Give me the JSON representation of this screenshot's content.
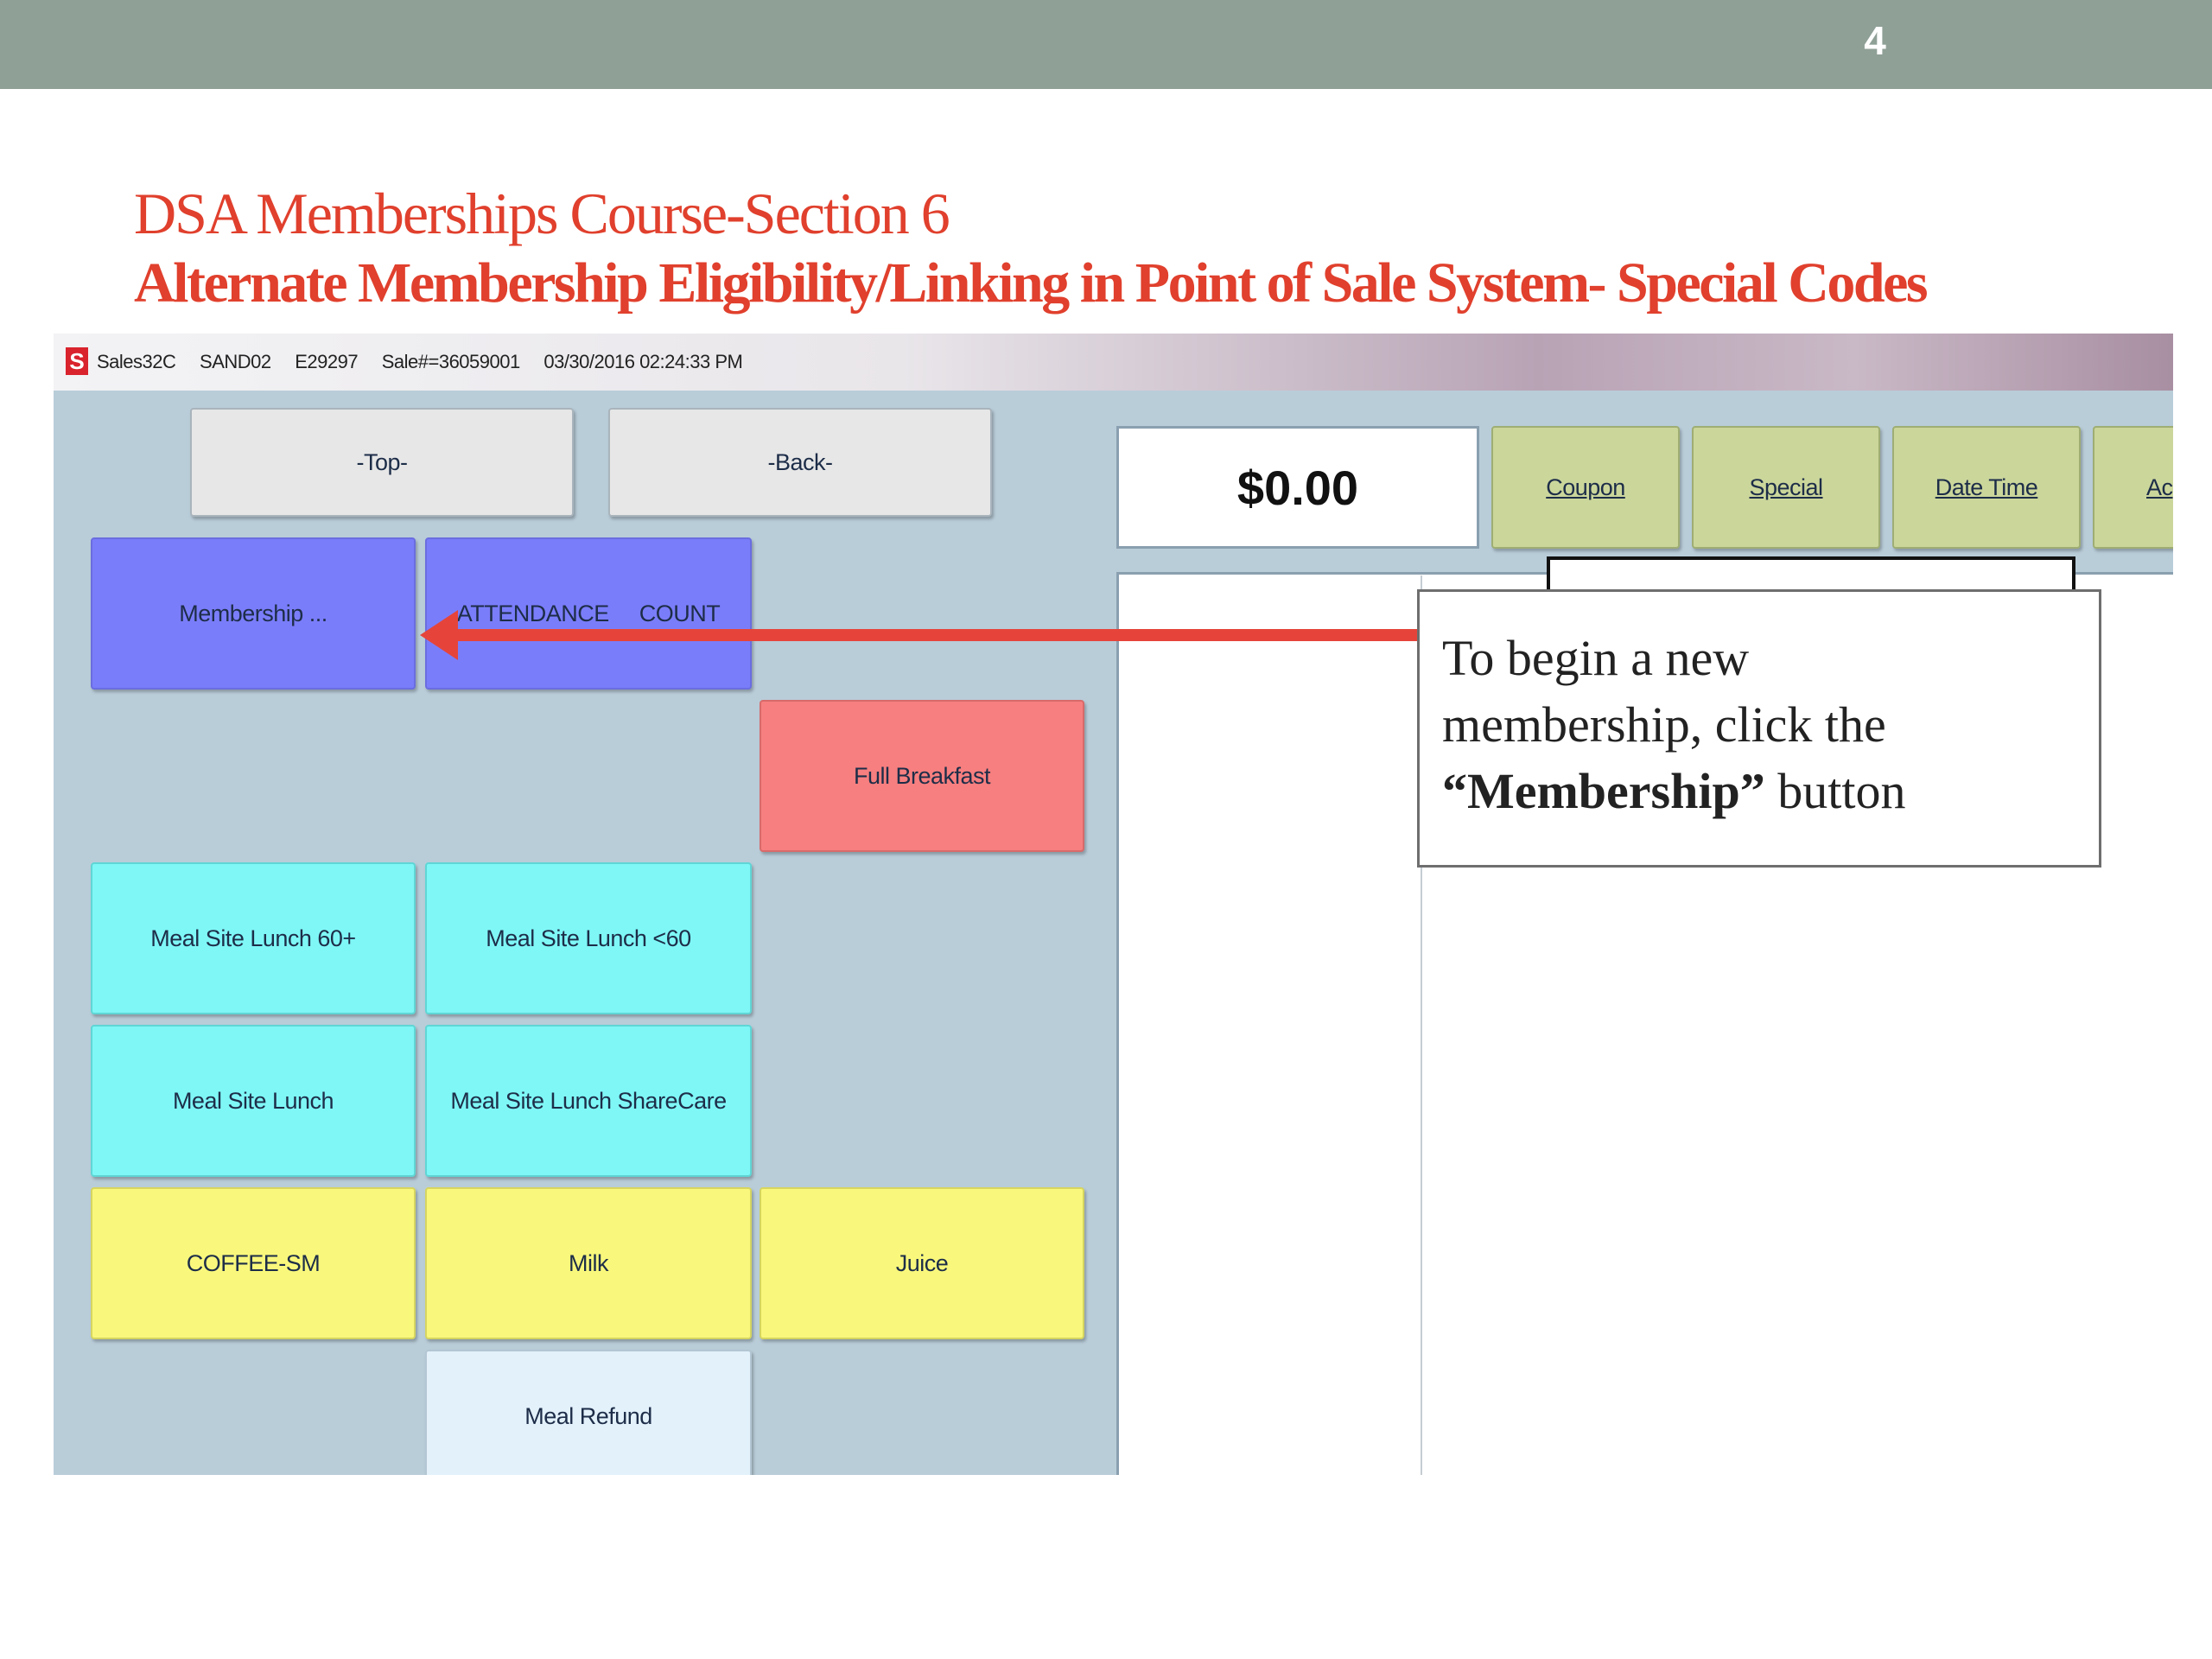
{
  "slide": {
    "number": "4"
  },
  "titles": {
    "line1": "DSA Memberships Course-Section 6",
    "line2": "Alternate Membership Eligibility/Linking in Point of Sale System- Special Codes"
  },
  "app": {
    "logo": "S",
    "info": {
      "program": "Sales32C",
      "site": "SAND02",
      "employee": "E29297",
      "sale": "Sale#=36059001",
      "datetime": "03/30/2016 02:24:33 PM"
    },
    "nav": {
      "top": "-Top-",
      "back": "-Back-"
    },
    "amount": "$0.00",
    "toolbar": [
      "Coupon",
      "Special",
      "Date Time",
      "Ac"
    ],
    "buttons": {
      "membership": "Membership ...",
      "attendance": "ATTENDANCE     COUNT",
      "full_breakfast": "Full Breakfast",
      "meal_lunch_60plus": "Meal Site Lunch 60+",
      "meal_lunch_under60": "Meal Site Lunch <60",
      "meal_lunch": "Meal Site Lunch",
      "meal_lunch_sharecare": "Meal Site Lunch ShareCare",
      "coffee": "COFFEE-SM",
      "milk": "Milk",
      "juice": "Juice",
      "meal_refund": "Meal Refund"
    },
    "colors": {
      "purple": "#7a7dfa",
      "red": "#f77f7f",
      "cyan": "#7ff7f7",
      "yellow": "#f9f87c",
      "olive": "#cbd69b",
      "arrow": "#e6443a"
    }
  },
  "callout": {
    "line1": "To begin a new",
    "line2": "membership, click the",
    "bold": "“Membership”",
    "tail": " button"
  }
}
